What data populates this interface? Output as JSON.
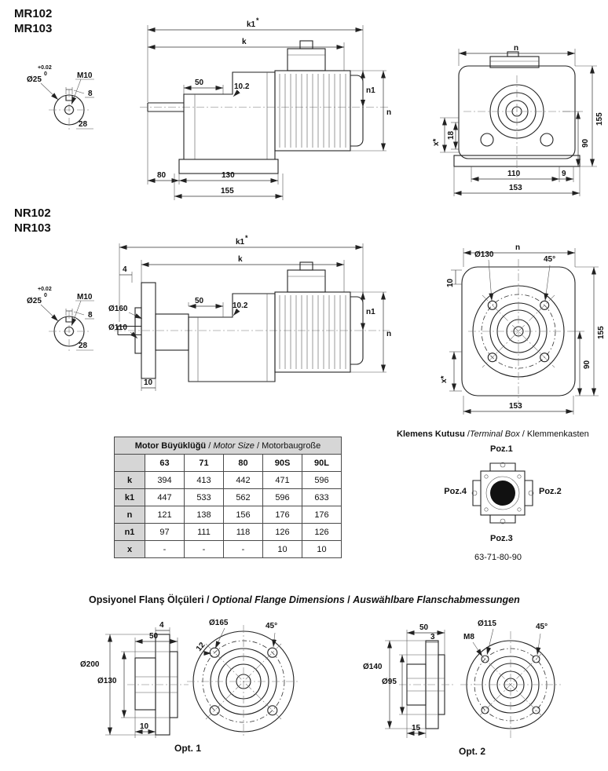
{
  "mr": {
    "title1": "MR102",
    "title2": "MR103",
    "shaft": {
      "tol_plus": "+0.02",
      "tol_zero": "0",
      "dia": "Ø25",
      "thread": "M10",
      "key_width": "8",
      "length": "28"
    },
    "side": {
      "k1": "k1",
      "star": "*",
      "k": "k",
      "d50": "50",
      "d102": "10.2",
      "n1": "n1",
      "n": "n",
      "d80": "80",
      "d130": "130",
      "d155": "155"
    },
    "end": {
      "n": "n",
      "x_label": "x*",
      "d18": "18",
      "d155": "155",
      "d90": "90",
      "d110": "110",
      "d9": "9",
      "d153": "153"
    }
  },
  "nr": {
    "title1": "NR102",
    "title2": "NR103",
    "shaft": {
      "tol_plus": "+0.02",
      "tol_zero": "0",
      "dia": "Ø25",
      "thread": "M10",
      "key_width": "8",
      "length": "28"
    },
    "side": {
      "k1": "k1",
      "star": "*",
      "k": "k",
      "d4": "4",
      "dia160": "Ø160",
      "dia110": "Ø110",
      "d50": "50",
      "d102": "10.2",
      "n1": "n1",
      "n": "n",
      "d10": "10"
    },
    "end": {
      "n": "n",
      "dia130": "Ø130",
      "a45": "45°",
      "d10": "10",
      "x_label": "x*",
      "d155": "155",
      "d90": "90",
      "d153": "153"
    }
  },
  "table": {
    "title_tr": "Motor Büyüklüğü",
    "title_en": "Motor Size",
    "title_de": "Motorbaugroße",
    "sep": " / ",
    "columns": [
      "63",
      "71",
      "80",
      "90S",
      "90L"
    ],
    "rows": [
      {
        "label": "k",
        "values": [
          "394",
          "413",
          "442",
          "471",
          "596"
        ]
      },
      {
        "label": "k1",
        "values": [
          "447",
          "533",
          "562",
          "596",
          "633"
        ]
      },
      {
        "label": "n",
        "values": [
          "121",
          "138",
          "156",
          "176",
          "176"
        ]
      },
      {
        "label": "n1",
        "values": [
          "97",
          "111",
          "118",
          "126",
          "126"
        ]
      },
      {
        "label": "x",
        "values": [
          "-",
          "-",
          "-",
          "10",
          "10"
        ]
      }
    ]
  },
  "terminal_box": {
    "title_tr": "Klemens Kutusu",
    "sep1": " /",
    "title_en": "Terminal Box",
    "sep2": " / ",
    "title_de": "Klemmenkasten",
    "poz1": "Poz.1",
    "poz2": "Poz.2",
    "poz3": "Poz.3",
    "poz4": "Poz.4",
    "sizes": "63-71-80-90"
  },
  "flange": {
    "title_tr": "Opsiyonel Flanş Ölçüleri",
    "sep": " / ",
    "title_en": "Optional Flange Dimensions",
    "title_de": "Auswählbare Flanschabmessungen",
    "opt1": {
      "d4": "4",
      "d50": "50",
      "dia200": "Ø200",
      "dia130": "Ø130",
      "d10": "10",
      "dia165": "Ø165",
      "a45": "45°",
      "d12": "12",
      "caption": "Opt. 1"
    },
    "opt2": {
      "d50": "50",
      "d3": "3",
      "dia140": "Ø140",
      "dia95": "Ø95",
      "d15": "15",
      "dia115": "Ø115",
      "m8": "M8",
      "a45": "45°",
      "caption": "Opt. 2"
    }
  }
}
